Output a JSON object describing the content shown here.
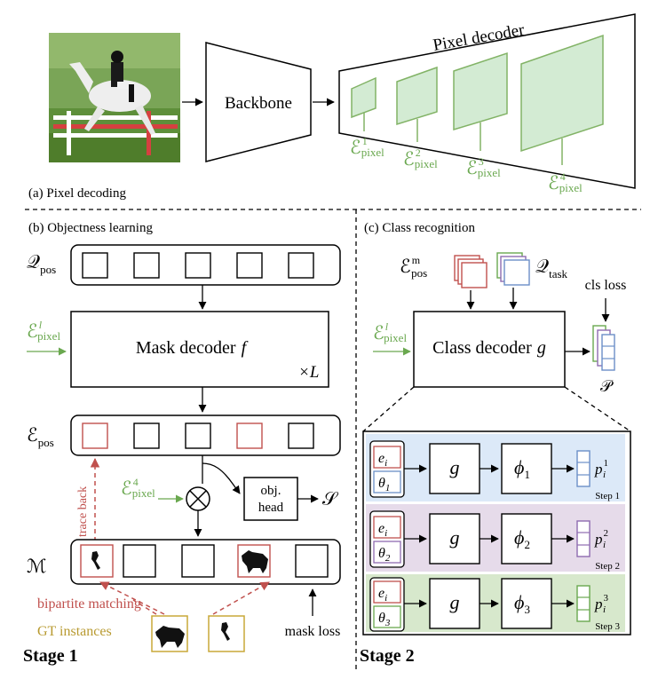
{
  "pixel_decoding": {
    "caption": "(a) Pixel decoding",
    "backbone_label": "Backbone",
    "decoder_title": "Pixel decoder",
    "feature_symbol": "ℰ",
    "feature_sub": "pixel",
    "feature_levels": [
      "1",
      "2",
      "3",
      "4"
    ]
  },
  "stage1": {
    "caption": "(b) Objectness learning",
    "queries_symbol": "𝒬",
    "queries_sub": "pos",
    "input_feature_sup": "l",
    "mask_decoder_label": "Mask decoder",
    "mask_decoder_fn": "f",
    "repeat_label": "×L",
    "embeddings_symbol": "ℰ",
    "embeddings_sub": "pos",
    "trace_back_label": "trace back",
    "pixel4_sup": "4",
    "obj_head_line1": "obj.",
    "obj_head_line2": "head",
    "score_symbol": "𝒮",
    "masks_symbol": "ℳ",
    "bipartite_label": "bipartite matching",
    "gt_label": "GT instances",
    "mask_loss_label": "mask loss",
    "stage_label": "Stage 1"
  },
  "stage2": {
    "caption": "(c) Class recognition",
    "pos_symbol": "ℰ",
    "pos_sup": "m",
    "pos_sub": "pos",
    "task_symbol": "𝒬",
    "task_sub": "task",
    "cls_loss_label": "cls loss",
    "class_decoder_label": "Class decoder",
    "class_decoder_fn": "g",
    "pred_symbol": "𝒫",
    "stage_label": "Stage 2",
    "steps": [
      {
        "e": "e",
        "e_sub": "i",
        "theta": "θ",
        "theta_sub": "1",
        "g": "g",
        "phi": "ϕ",
        "phi_sub": "1",
        "p": "p",
        "p_sub": "i",
        "p_sup": "1",
        "label": "Step 1",
        "color": "#dce9f8",
        "theta_color": "#6b8fc7"
      },
      {
        "e": "e",
        "e_sub": "i",
        "theta": "θ",
        "theta_sub": "2",
        "g": "g",
        "phi": "ϕ",
        "phi_sub": "2",
        "p": "p",
        "p_sub": "i",
        "p_sup": "2",
        "label": "Step 2",
        "color": "#e6dbea",
        "theta_color": "#8e6bb0"
      },
      {
        "e": "e",
        "e_sub": "i",
        "theta": "θ",
        "theta_sub": "3",
        "g": "g",
        "phi": "ϕ",
        "phi_sub": "3",
        "p": "p",
        "p_sub": "i",
        "p_sup": "3",
        "label": "Step 3",
        "color": "#d7e8cc",
        "theta_color": "#6aa84f"
      }
    ]
  },
  "colors": {
    "green": "#6aa84f",
    "red": "#c0504d",
    "gold": "#c8a838",
    "blue": "#6b8fc7",
    "purple": "#8e6bb0",
    "decoder_fill": "#d3ebd3",
    "decoder_stroke": "#82b366"
  }
}
